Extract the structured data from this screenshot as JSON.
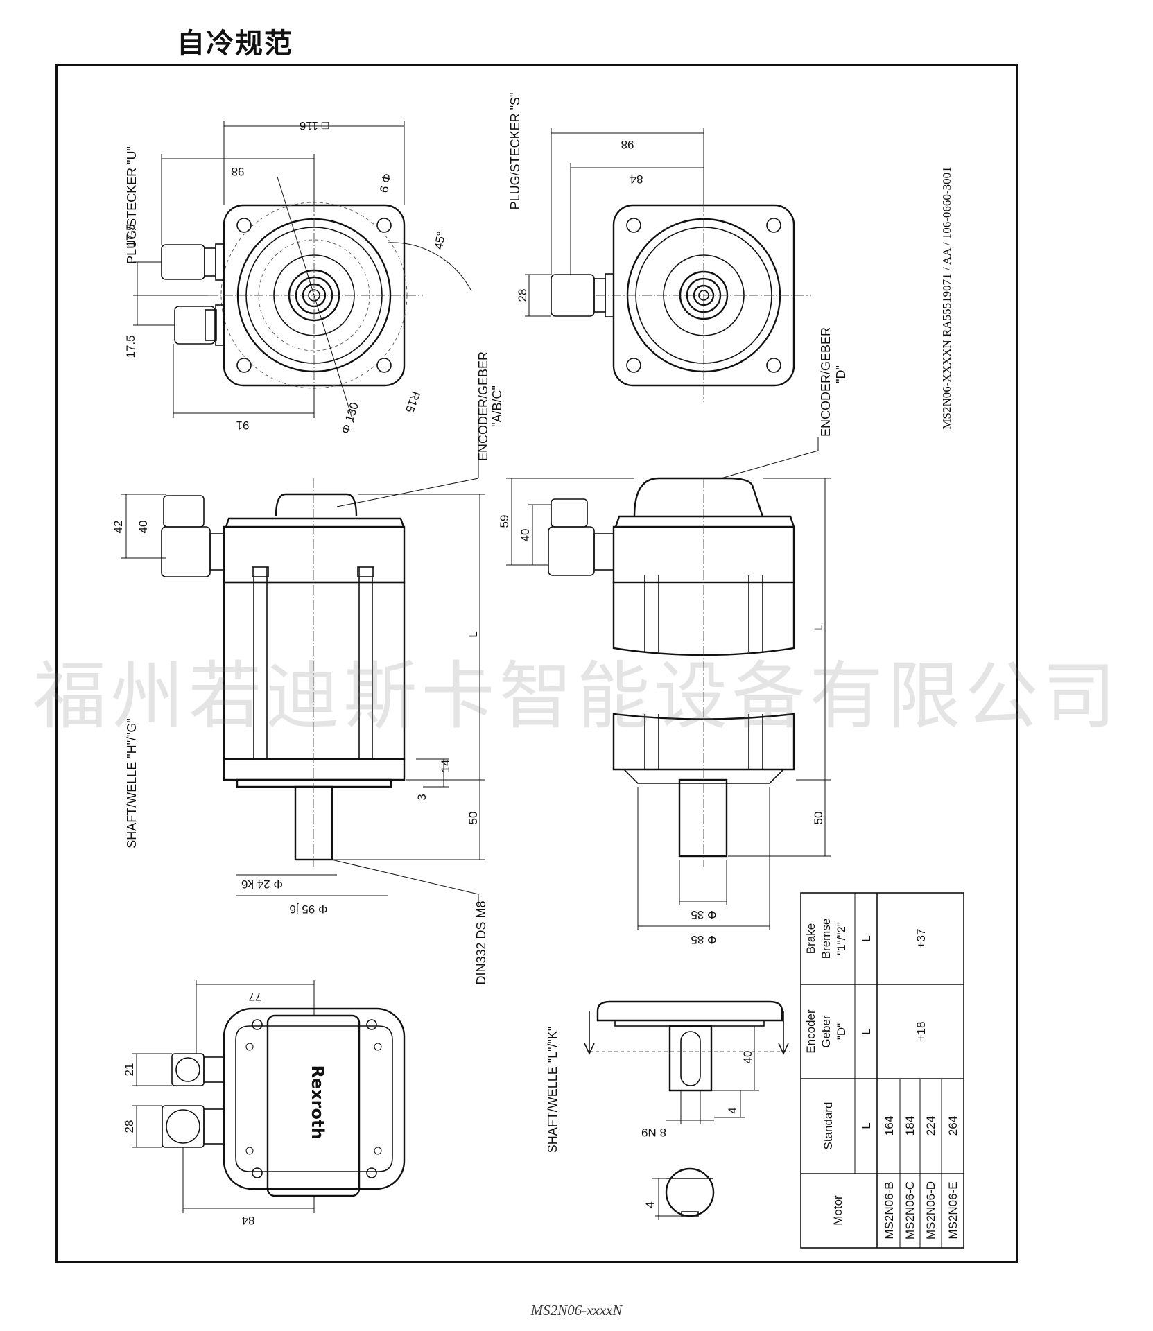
{
  "page": {
    "title": "自冷规范",
    "footer": "MS2N06-xxxxN",
    "watermark": "福州若迪斯卡智能设备有限公司"
  },
  "views": {
    "plug_u": "PLUG/STECKER \"U\"",
    "plug_s": "PLUG/STECKER \"S\"",
    "encoder_abc_1": "ENCODER/GEBER",
    "encoder_abc_2": "\"A/B/C\"",
    "encoder_d_1": "ENCODER/GEBER",
    "encoder_d_2": "\"D\"",
    "shaft_hg": "SHAFT/WELLE \"H\"/\"G\"",
    "shaft_lk": "SHAFT/WELLE \"L\"/\"K\"",
    "din_note": "DIN332 DS M8",
    "doc_ref": "MS2N06-XXXXN RA55519071 / AA / 106-0660-3001",
    "brand": "Rexroth"
  },
  "dimensions": {
    "d116": "□ 116",
    "d98a": "98",
    "d98b": "98",
    "d84a": "84",
    "d84b": "84",
    "d9": "Φ 9",
    "d45": "45°",
    "d130": "Φ 130",
    "r15": "R15",
    "d91": "91",
    "d17_5a": "17.5",
    "d17_5b": "17.5",
    "d28a": "28",
    "d42": "42",
    "d40a": "40",
    "d59": "59",
    "d40b": "40",
    "lA": "L",
    "lB": "L",
    "d14": "14",
    "d3": "3",
    "d50a": "50",
    "d50b": "50",
    "d24": "Φ 24 k6",
    "d95": "Φ 95 j6",
    "d35": "Φ 35",
    "d85": "Φ 85",
    "d77": "77",
    "d21": "21",
    "d28b": "28",
    "d84c": "84",
    "d40c": "40",
    "d4a": "4",
    "d8n9": "8 N9",
    "d4b": "4"
  },
  "table": {
    "headers": {
      "motor": "Motor",
      "standard": "Standard",
      "encoder": [
        "Encoder",
        "Geber",
        "\"D\""
      ],
      "brake": [
        "Brake",
        "Bremse",
        "\"1\"/\"2\""
      ],
      "l": "L"
    },
    "encoder_add": "+18",
    "brake_add": "+37",
    "rows": [
      {
        "motor": "MS2N06-B",
        "l": "164"
      },
      {
        "motor": "MS2N06-C",
        "l": "184"
      },
      {
        "motor": "MS2N06-D",
        "l": "224"
      },
      {
        "motor": "MS2N06-E",
        "l": "264"
      }
    ]
  }
}
